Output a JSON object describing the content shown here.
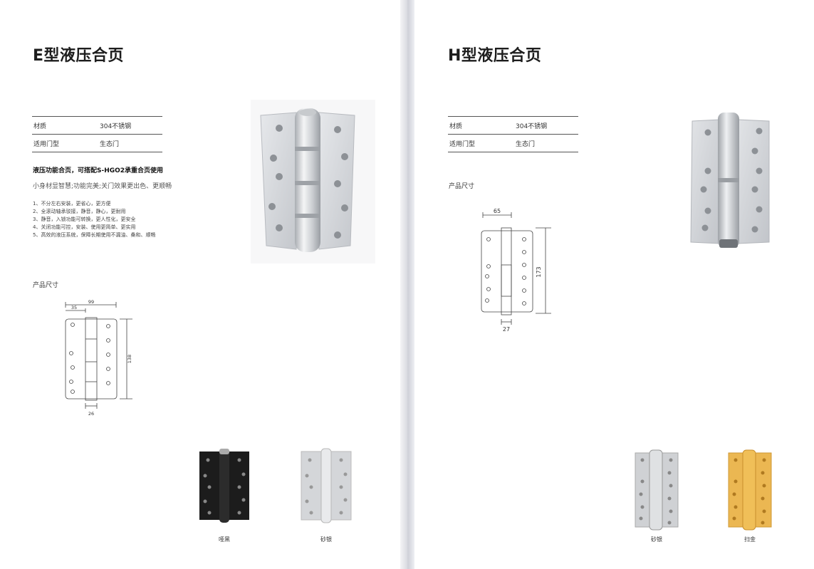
{
  "left": {
    "title": "E型液压合页",
    "specs": [
      {
        "label": "材质",
        "value": "304不锈钢"
      },
      {
        "label": "适用门型",
        "value": "生态门"
      }
    ],
    "headline": "液压功能合页，可搭配S-HGO2承重合页使用",
    "subline": "小身材显智慧;功能完美;关门效果更出色、更顺畅",
    "features": [
      "1、不分左右安装，更省心，更方便",
      "2、全滚动轴承驳接，静音，静心，更耐用",
      "3、静音，入锁功能可转换，更人性化，更安全",
      "4、关闭功能可控，安装、使用更简单、更实用",
      "5、高效的液压系统，保障长期使用不漏油、桑和、顺畅"
    ],
    "size_label": "产品尺寸",
    "dims": {
      "total_width": "99",
      "leaf_width": "35",
      "height": "138",
      "knuckle": "26"
    },
    "variants": [
      {
        "name": "哑黑",
        "color": "#1c1c1c"
      },
      {
        "name": "砂银",
        "color": "#d4d6d9"
      }
    ]
  },
  "right": {
    "title": "H型液压合页",
    "specs": [
      {
        "label": "材质",
        "value": "304不锈钢"
      },
      {
        "label": "适用门型",
        "value": "生态门"
      }
    ],
    "size_label": "产品尺寸",
    "dims": {
      "width": "65",
      "height": "173",
      "knuckle": "27"
    },
    "variants": [
      {
        "name": "砂银",
        "color": "#cfd1d4"
      },
      {
        "name": "扫金",
        "color": "#e8b24e"
      }
    ]
  }
}
